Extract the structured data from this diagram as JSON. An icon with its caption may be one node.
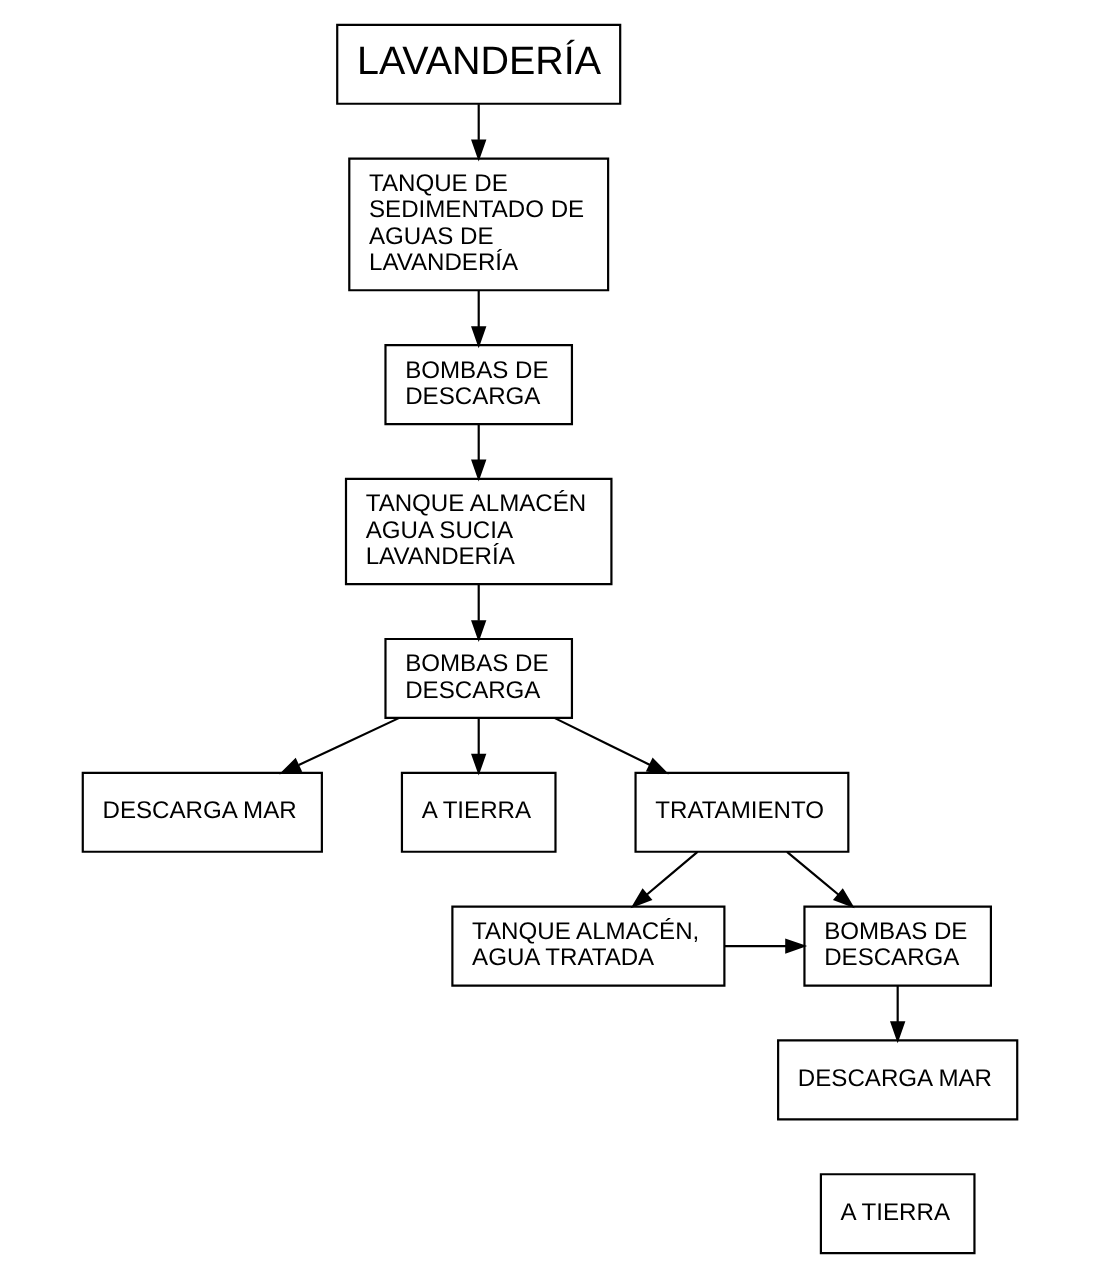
{
  "diagram": {
    "nodes": [
      {
        "text": [
          "LAVANDERÍA"
        ]
      },
      {
        "text": [
          "TANQUE DE SEDIMENTADO DE AGUAS DE LAVANDERÍA"
        ]
      },
      {
        "text": [
          "BOMBAS DE DESCARGA"
        ]
      },
      {
        "text": [
          "TANQUE ALMACÉN AGUA SUCIA LAVANDERÍA"
        ]
      },
      {
        "text": [
          "BOMBAS DE DESCARGA"
        ]
      },
      {
        "text": [
          "DESCARGA MAR"
        ]
      },
      {
        "text": [
          "A TIERRA"
        ]
      },
      {
        "text": [
          "TRATAMIENTO"
        ]
      },
      {
        "text": [
          "TANQUE ALMACÉN, AGUA TRATADA"
        ]
      },
      {
        "text": [
          "BOMBAS DE DESCARGA"
        ]
      },
      {
        "text": [
          "DESCARGA MAR"
        ]
      },
      {
        "text": [
          "A TIERRA"
        ]
      }
    ],
    "edges": [
      {
        "from": 0,
        "to": 1,
        "arrow": "to"
      },
      {
        "from": 1,
        "to": 2,
        "arrow": "to"
      },
      {
        "from": 2,
        "to": 3,
        "arrow": "to"
      },
      {
        "from": 3,
        "to": 4,
        "arrow": "to"
      },
      {
        "from": 4,
        "to": 5,
        "arrow": "to"
      },
      {
        "from": 4,
        "to": 6,
        "arrow": "to"
      },
      {
        "from": 4,
        "to": 7,
        "arrow": "to"
      },
      {
        "from": 7,
        "to": 8,
        "arrow": "to"
      },
      {
        "from": 7,
        "to": 9,
        "arrow": "to"
      },
      {
        "from": 8,
        "to": 9,
        "arrow": "to"
      },
      {
        "from": 9,
        "to": 10,
        "arrow": "to"
      }
    ]
  }
}
